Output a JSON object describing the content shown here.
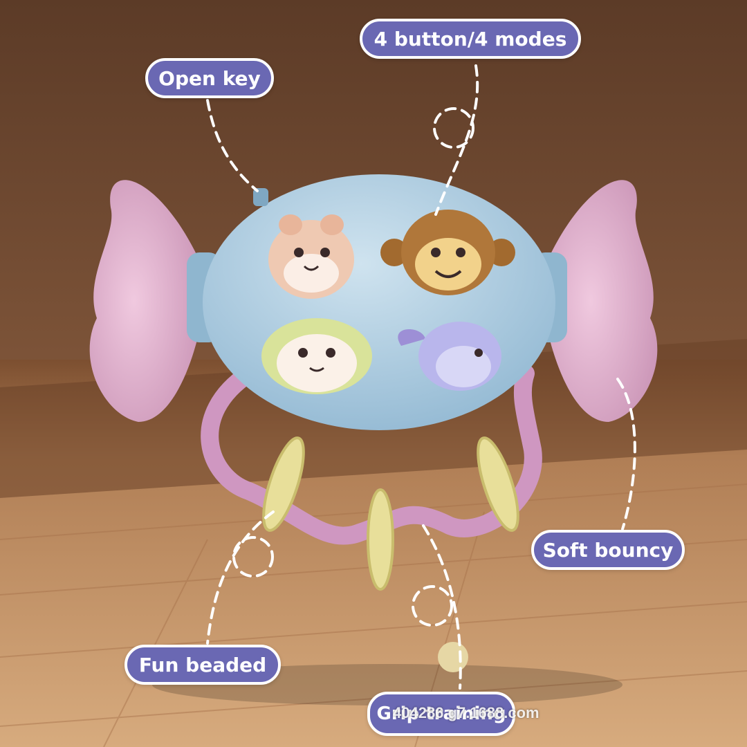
{
  "labels": {
    "modes": "4 button/4 modes",
    "open_key": "Open key",
    "soft_bouncy": "Soft bouncy",
    "fun_beaded": "Fun beaded",
    "grip_training": "Grip training"
  },
  "watermark": "404286 g7.1688.com",
  "colors": {
    "label_bg": "#6a68b3",
    "toy_body": "#a9cbe0",
    "toy_wings": "#d9a9c9",
    "beads": "#e8df9a",
    "wall": "#6e4a32",
    "floor": "#c9956a"
  }
}
